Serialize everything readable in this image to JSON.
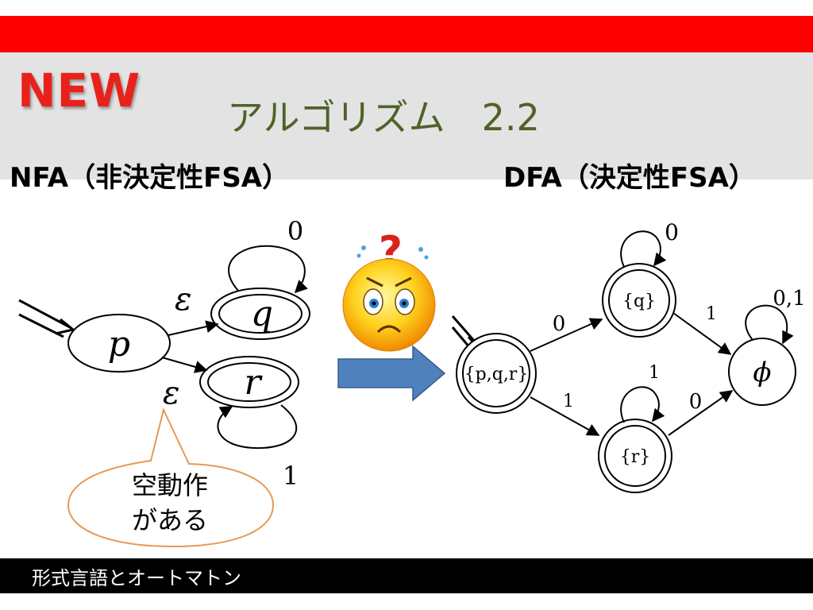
{
  "badge": "NEW",
  "title": "アルゴリズム　2.2",
  "headings": {
    "nfa": "NFA（非決定性FSA）",
    "dfa": "DFA（決定性FSA）"
  },
  "nfa": {
    "state_p": "p",
    "state_q": "q",
    "state_r": "r",
    "epsilon_top": "ε",
    "epsilon_bottom": "ε",
    "loop_q_label": "0",
    "loop_r_label": "1",
    "callout_line1": "空動作",
    "callout_line2": "がある"
  },
  "dfa": {
    "state_start": "{p,q,r}",
    "state_q": "{q}",
    "state_r": "{r}",
    "state_empty": "ϕ",
    "edge_start_q": "0",
    "edge_start_r": "1",
    "loop_q": "0",
    "loop_r": "1",
    "edge_q_empty": "1",
    "edge_r_empty": "0",
    "loop_empty": "0,1"
  },
  "footer": "形式言語とオートマトン",
  "colors": {
    "top_band": "#ff0000",
    "title_band": "#e3e3e3",
    "badge": "#e8221b",
    "title": "#4f6228",
    "arrow": "#4f81bd",
    "callout_border": "#e59a55"
  }
}
